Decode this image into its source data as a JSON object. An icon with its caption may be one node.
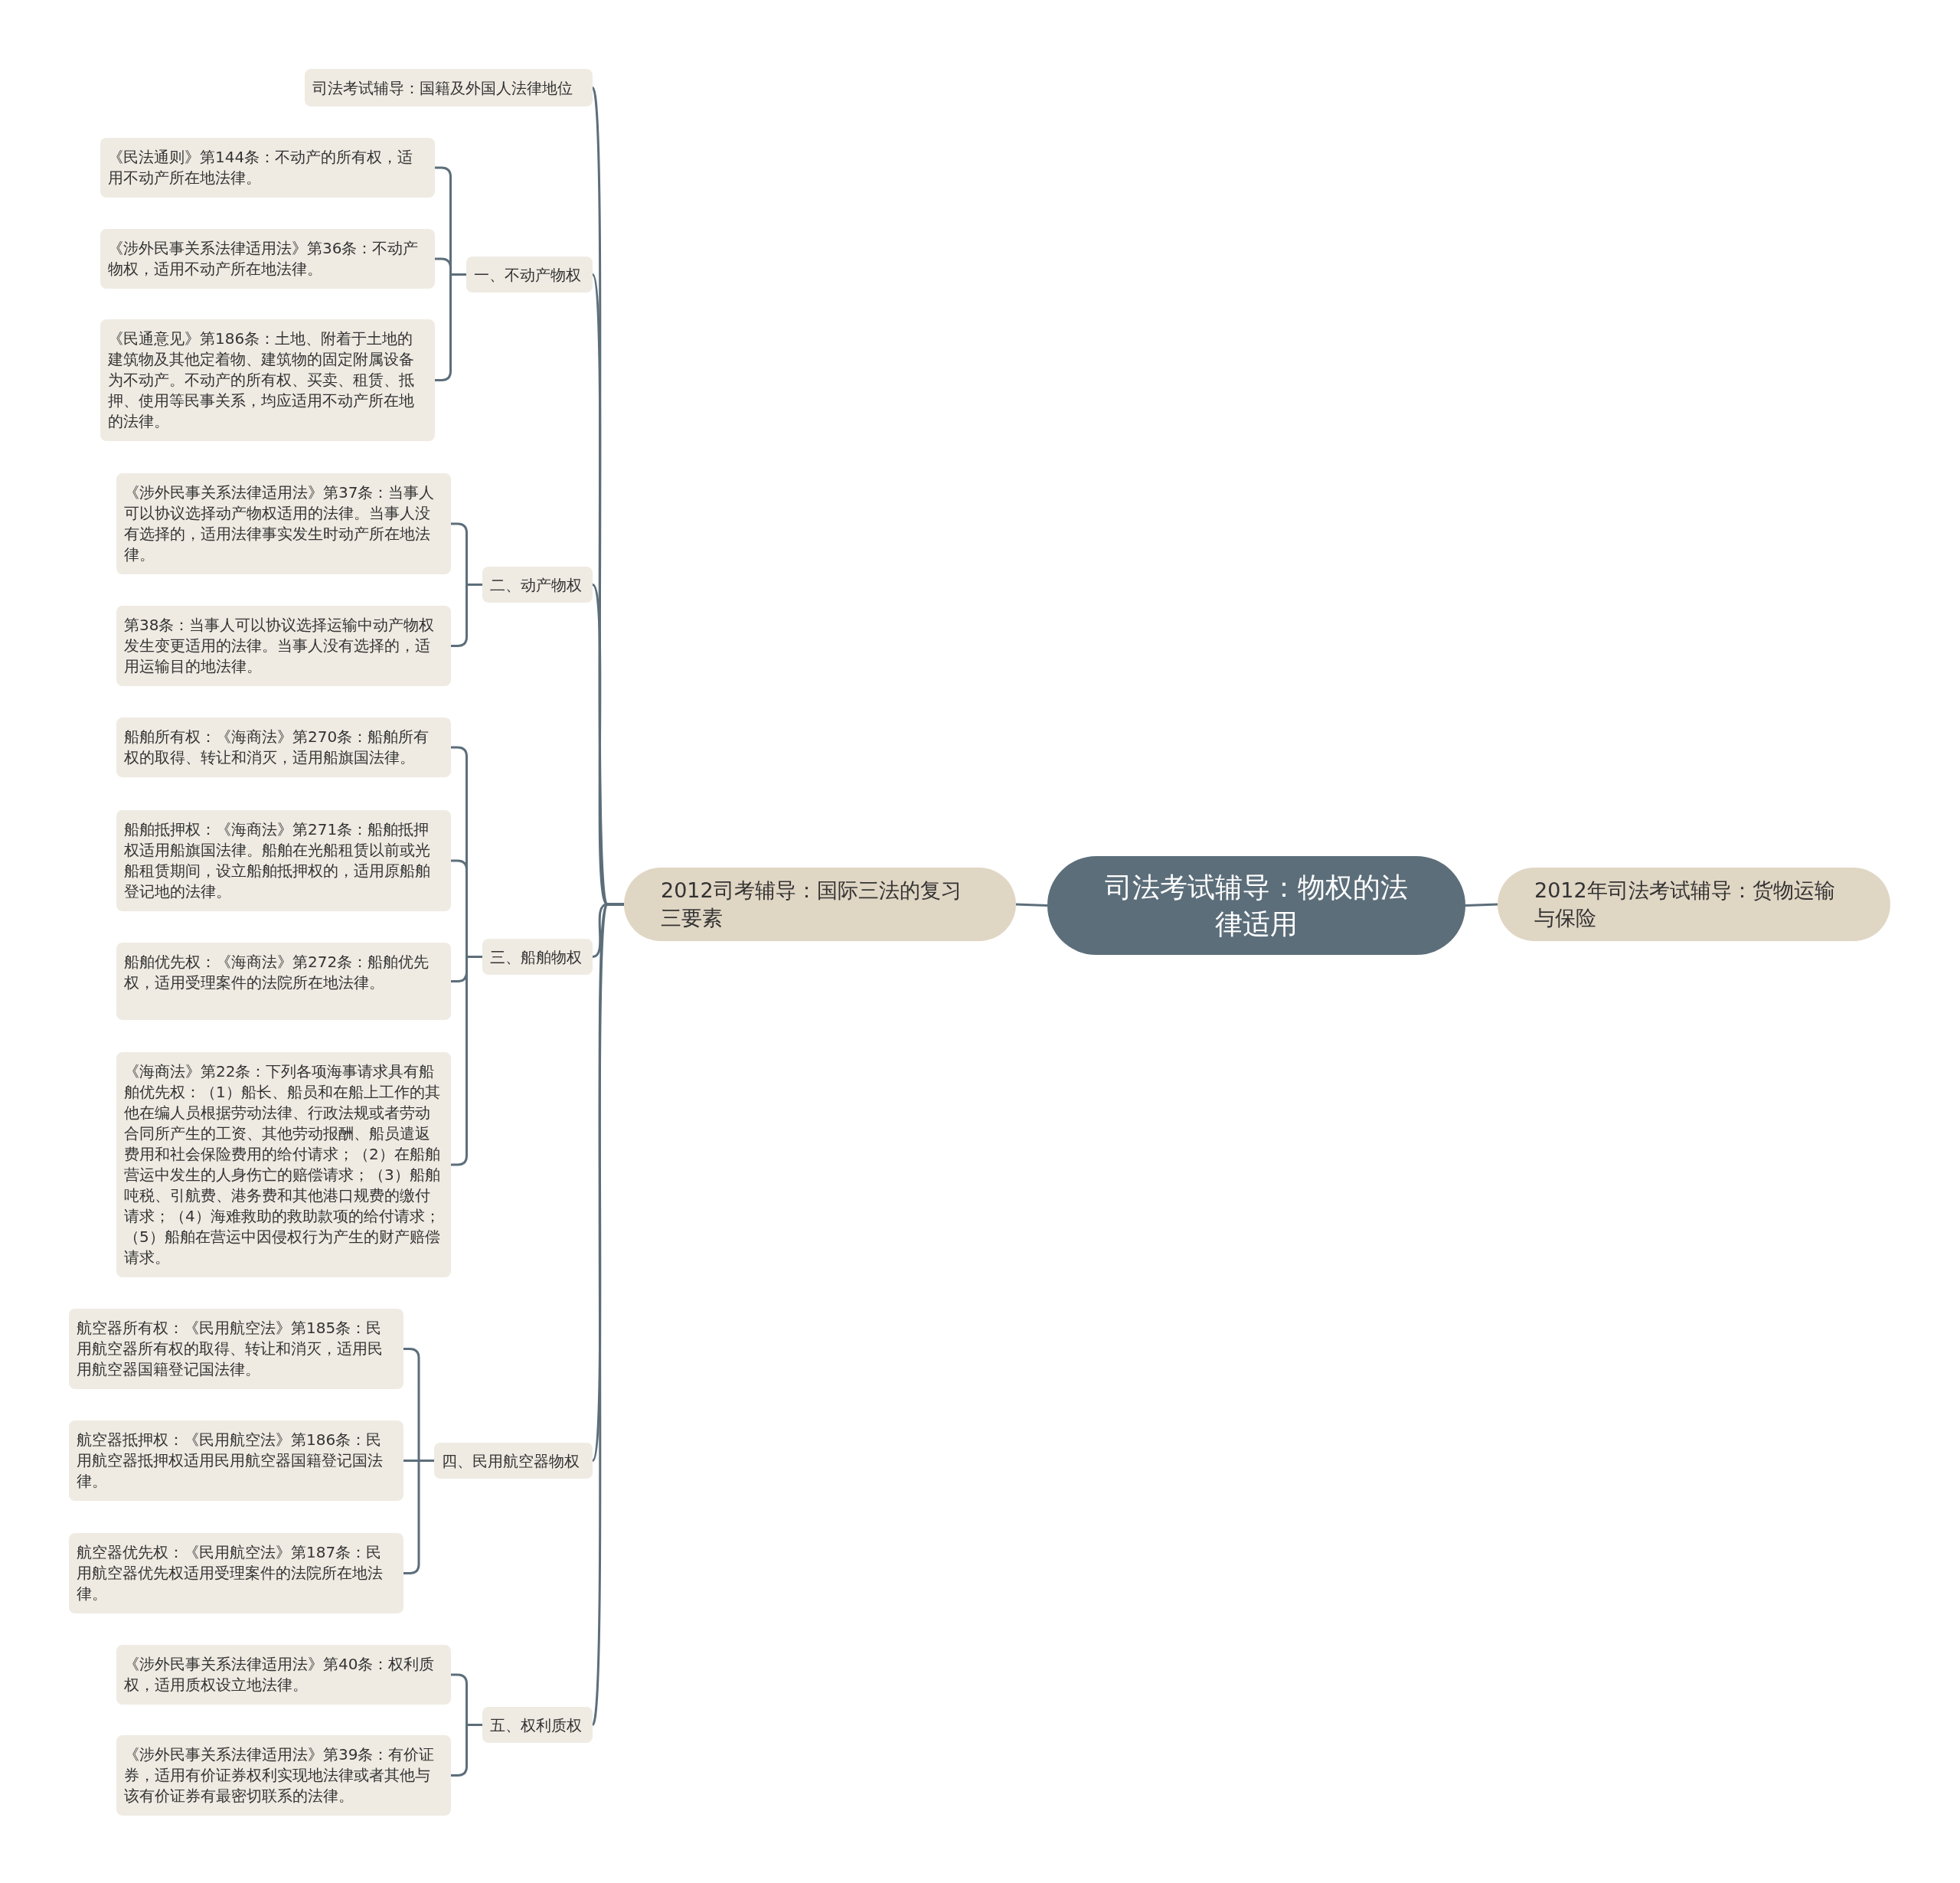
{
  "diagram": {
    "nodes": [
      {
        "text": [
          "司法考试辅导：物权的法律适用"
        ]
      },
      {
        "text": [
          "2012司考辅导：国际三法的复习三要素"
        ]
      },
      {
        "text": [
          "2012年司法考试辅导：货物运输与保险"
        ]
      },
      {
        "text": [
          "司法考试辅导：国籍及外国人法律地位"
        ]
      },
      {
        "text": [
          "一、不动产物权"
        ]
      },
      {
        "text": [
          "《民法通则》第144条：不动产的所有权，适用不动产所在地法律。"
        ]
      },
      {
        "text": [
          "《涉外民事关系法律适用法》第36条：不动产物权，适用不动产所在地法律。"
        ]
      },
      {
        "text": [
          "《民通意见》第186条：土地、附着于土地的建筑物及其他定着物、建筑物的固定附属设备为不动产。不动产的所有权、买卖、租赁、抵押、使用等民事关系，均应适用不动产所在地的法律。"
        ]
      },
      {
        "text": [
          "二、动产物权"
        ]
      },
      {
        "text": [
          "《涉外民事关系法律适用法》第37条：当事人可以协议选择动产物权适用的法律。当事人没有选择的，适用法律事实发生时动产所在地法律。"
        ]
      },
      {
        "text": [
          "第38条：当事人可以协议选择运输中动产物权发生变更适用的法律。当事人没有选择的，适用运输目的地法律。"
        ]
      },
      {
        "text": [
          "三、船舶物权"
        ]
      },
      {
        "text": [
          "船舶所有权：《海商法》第270条：船舶所有权的取得、转让和消灭，适用船旗国法律。"
        ]
      },
      {
        "text": [
          "船舶抵押权：《海商法》第271条：船舶抵押权适用船旗国法律。船舶在光船租赁以前或光船租赁期间，设立船舶抵押权的，适用原船舶登记地的法律。"
        ]
      },
      {
        "text": [
          "船舶优先权：《海商法》第272条：船舶优先权，适用受理案件的法院所在地法律。"
        ]
      },
      {
        "text": [
          "《海商法》第22条：下列各项海事请求具有船舶优先权：（1）船长、船员和在船上工作的其他在编人员根据劳动法律、行政法规或者劳动合同所产生的工资、其他劳动报酬、船员遣返费用和社会保险费用的给付请求；（2）在船舶营运中发生的人身伤亡的赔偿请求；（3）船舶吨税、引航费、港务费和其他港口规费的缴付请求；（4）海难救助的救助款项的给付请求；（5）船舶在营运中因侵权行为产生的财产赔偿请求。"
        ]
      },
      {
        "text": [
          "四、民用航空器物权"
        ]
      },
      {
        "text": [
          "航空器所有权：《民用航空法》第185条：民用航空器所有权的取得、转让和消灭，适用民用航空器国籍登记国法律。"
        ]
      },
      {
        "text": [
          "航空器抵押权：《民用航空法》第186条：民用航空器抵押权适用民用航空器国籍登记国法律。"
        ]
      },
      {
        "text": [
          "航空器优先权：《民用航空法》第187条：民用航空器优先权适用受理案件的法院所在地法律。"
        ]
      },
      {
        "text": [
          "五、权利质权"
        ]
      },
      {
        "text": [
          "《涉外民事关系法律适用法》第40条：权利质权，适用质权设立地法律。"
        ]
      },
      {
        "text": [
          "《涉外民事关系法律适用法》第39条：有价证券，适用有价证券权利实现地法律或者其他与该有价证券有最密切联系的法律。"
        ]
      }
    ],
    "edges": [
      {
        "from": 0,
        "to": 1,
        "arrow": "none"
      },
      {
        "from": 0,
        "to": 2,
        "arrow": "none"
      },
      {
        "from": 1,
        "to": 3,
        "arrow": "none"
      },
      {
        "from": 1,
        "to": 4,
        "arrow": "none"
      },
      {
        "from": 4,
        "to": 5,
        "arrow": "none"
      },
      {
        "from": 4,
        "to": 6,
        "arrow": "none"
      },
      {
        "from": 4,
        "to": 7,
        "arrow": "none"
      },
      {
        "from": 1,
        "to": 8,
        "arrow": "none"
      },
      {
        "from": 8,
        "to": 9,
        "arrow": "none"
      },
      {
        "from": 8,
        "to": 10,
        "arrow": "none"
      },
      {
        "from": 1,
        "to": 11,
        "arrow": "none"
      },
      {
        "from": 11,
        "to": 12,
        "arrow": "none"
      },
      {
        "from": 11,
        "to": 13,
        "arrow": "none"
      },
      {
        "from": 11,
        "to": 14,
        "arrow": "none"
      },
      {
        "from": 11,
        "to": 15,
        "arrow": "none"
      },
      {
        "from": 1,
        "to": 16,
        "arrow": "none"
      },
      {
        "from": 16,
        "to": 17,
        "arrow": "none"
      },
      {
        "from": 16,
        "to": 18,
        "arrow": "none"
      },
      {
        "from": 16,
        "to": 19,
        "arrow": "none"
      },
      {
        "from": 1,
        "to": 20,
        "arrow": "none"
      },
      {
        "from": 20,
        "to": 21,
        "arrow": "none"
      },
      {
        "from": 20,
        "to": 22,
        "arrow": "none"
      }
    ]
  }
}
